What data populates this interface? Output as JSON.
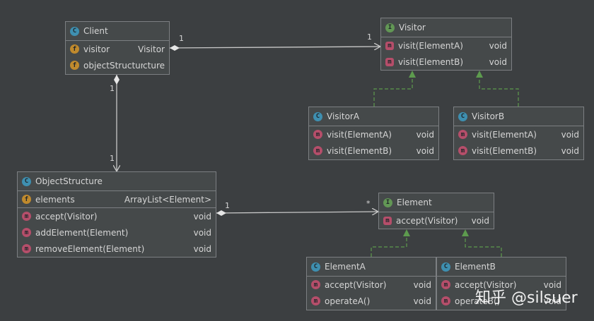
{
  "classes": {
    "client": {
      "kind": "C",
      "name": "Client",
      "fields": [
        {
          "kind": "f",
          "name": "visitor",
          "type": "Visitor"
        },
        {
          "kind": "f",
          "name": "objectStructure",
          "type": "cture"
        }
      ]
    },
    "visitor": {
      "kind": "I",
      "name": "Visitor",
      "methods": [
        {
          "kind": "m",
          "name": "visit(ElementA)",
          "type": "void"
        },
        {
          "kind": "m",
          "name": "visit(ElementB)",
          "type": "void"
        }
      ]
    },
    "visitorA": {
      "kind": "C",
      "name": "VisitorA",
      "methods": [
        {
          "kind": "m",
          "name": "visit(ElementA)",
          "type": "void"
        },
        {
          "kind": "m",
          "name": "visit(ElementB)",
          "type": "void"
        }
      ]
    },
    "visitorB": {
      "kind": "C",
      "name": "VisitorB",
      "methods": [
        {
          "kind": "m",
          "name": "visit(ElementA)",
          "type": "void"
        },
        {
          "kind": "m",
          "name": "visit(ElementB)",
          "type": "void"
        }
      ]
    },
    "objectStructure": {
      "kind": "C",
      "name": "ObjectStructure",
      "fields": [
        {
          "kind": "f",
          "name": "elements",
          "type": "ArrayList<Element>"
        }
      ],
      "methods": [
        {
          "kind": "m",
          "name": "accept(Visitor)",
          "type": "void"
        },
        {
          "kind": "m",
          "name": "addElement(Element)",
          "type": "void"
        },
        {
          "kind": "m",
          "name": "removeElement(Element)",
          "type": "void"
        }
      ]
    },
    "element": {
      "kind": "I",
      "name": "Element",
      "methods": [
        {
          "kind": "m",
          "name": "accept(Visitor)",
          "type": "void"
        }
      ]
    },
    "elementA": {
      "kind": "C",
      "name": "ElementA",
      "methods": [
        {
          "kind": "m",
          "name": "accept(Visitor)",
          "type": "void"
        },
        {
          "kind": "m",
          "name": "operateA()",
          "type": "void"
        }
      ]
    },
    "elementB": {
      "kind": "C",
      "name": "ElementB",
      "methods": [
        {
          "kind": "m",
          "name": "accept(Visitor)",
          "type": "void"
        },
        {
          "kind": "m",
          "name": "operateB()",
          "type": "void"
        }
      ]
    }
  },
  "multiplicities": {
    "client_visitor_src": "1",
    "client_visitor_dst": "1",
    "client_os_src": "1",
    "client_os_dst": "1",
    "os_element_src": "1",
    "os_element_dst": "*"
  },
  "watermark": "知乎 @silsuer",
  "colors": {
    "background": "#3c3f41",
    "box": "#45494a",
    "border": "#7c7f82",
    "association": "#c8c8c8",
    "realization": "#5d9b4e",
    "class_icon": "#3e8fb0",
    "interface_icon": "#629755",
    "field_icon": "#c08a2d",
    "method_icon": "#b54e6a"
  }
}
